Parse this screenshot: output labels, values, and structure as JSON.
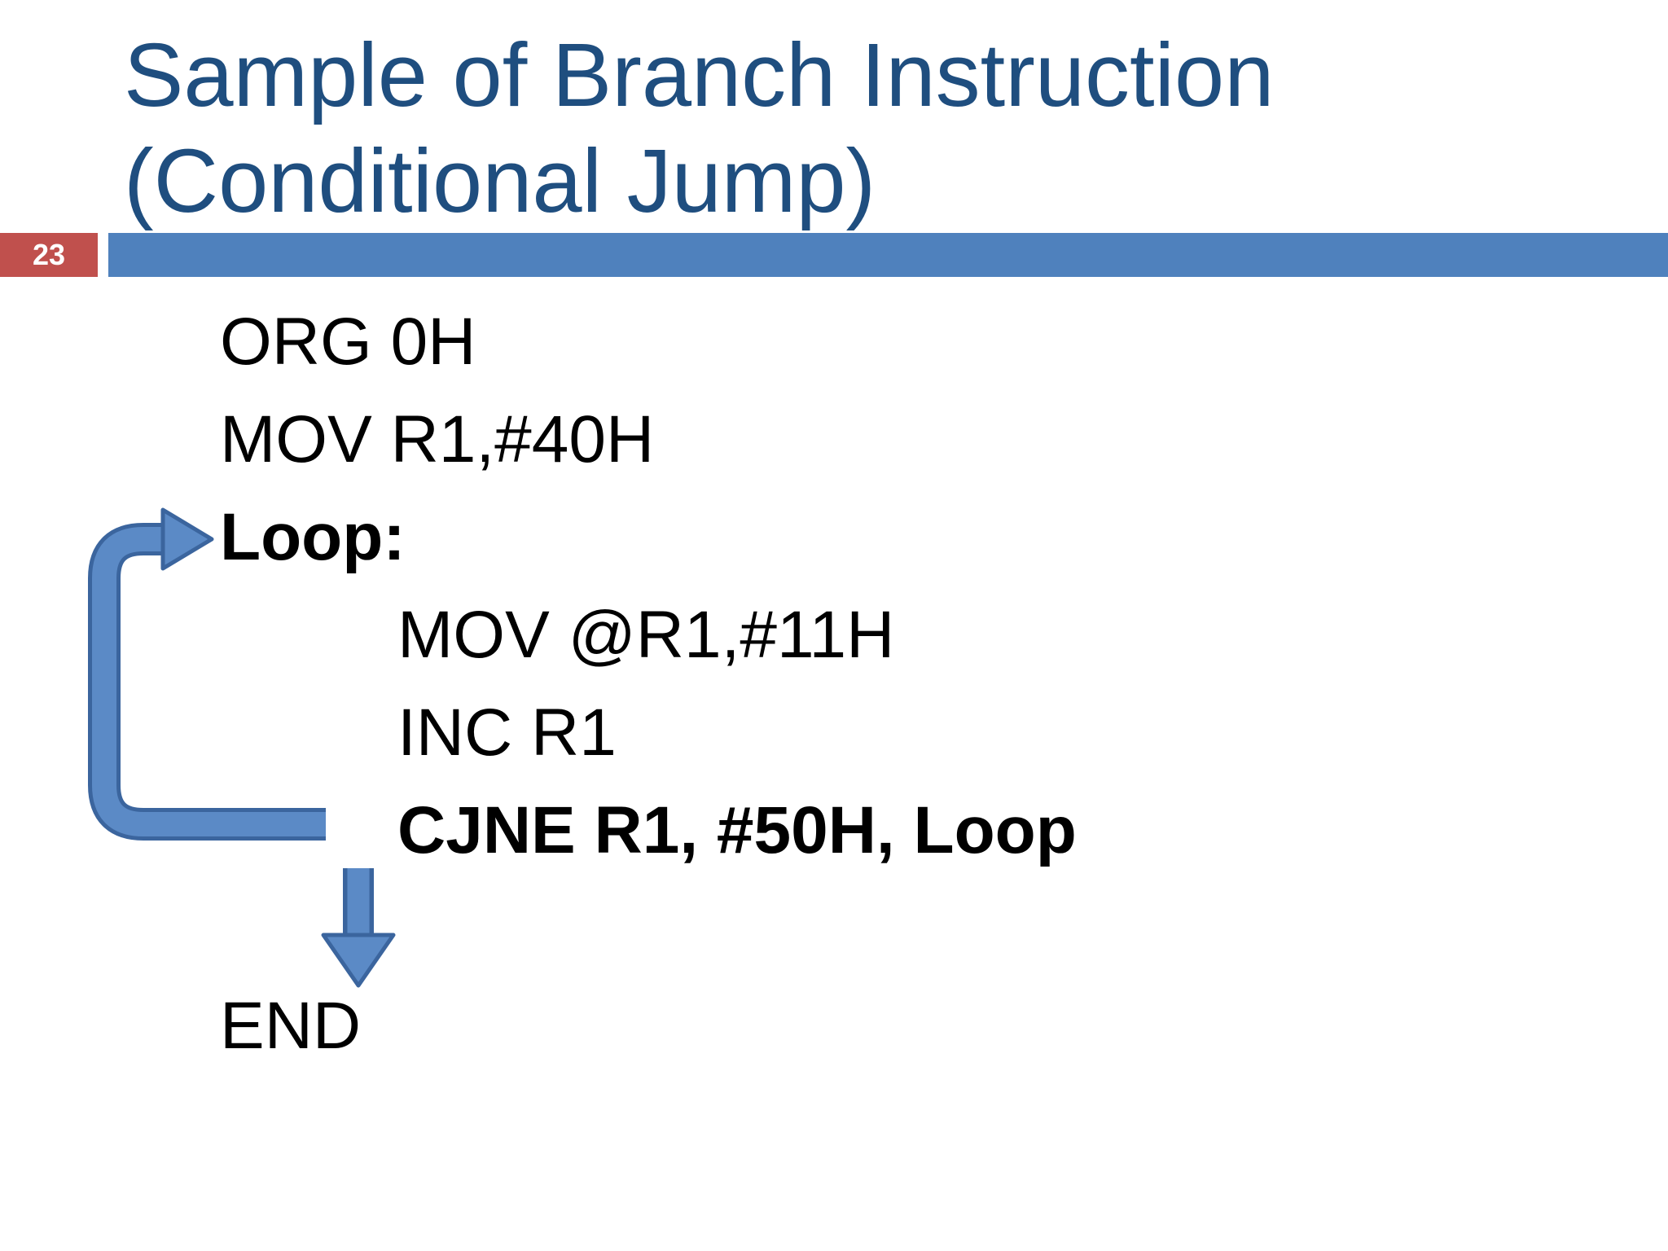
{
  "slide": {
    "title_line1": "Sample of Branch Instruction",
    "title_line2": "(Conditional Jump)",
    "page_number": "23",
    "code": [
      {
        "text": "ORG 0H",
        "bold": false,
        "indent": 0,
        "gap_before": false
      },
      {
        "text": "MOV R1,#40H",
        "bold": false,
        "indent": 0,
        "gap_before": false
      },
      {
        "text": "Loop:",
        "bold": true,
        "indent": 0,
        "gap_before": false
      },
      {
        "text": "MOV @R1,#11H",
        "bold": false,
        "indent": 1,
        "gap_before": false
      },
      {
        "text": "INC R1",
        "bold": false,
        "indent": 1,
        "gap_before": false
      },
      {
        "text": "CJNE R1, #50H, Loop",
        "bold": true,
        "indent": 1,
        "gap_before": false
      },
      {
        "text": "END",
        "bold": false,
        "indent": 0,
        "gap_before": true
      }
    ],
    "icons": [
      {
        "name": "loop-back-arrow",
        "meaning": "jump back from CJNE line to Loop label"
      },
      {
        "name": "down-arrow",
        "meaning": "fall through from CJNE line to END"
      }
    ],
    "colors": {
      "title": "#1F4E7F",
      "band": "#4F81BD",
      "badge": "#C0504D",
      "badge_text": "#FFFFFF",
      "code_text": "#000000",
      "arrow_fill": "#5B8AC6",
      "arrow_outline": "#3B659E"
    }
  }
}
